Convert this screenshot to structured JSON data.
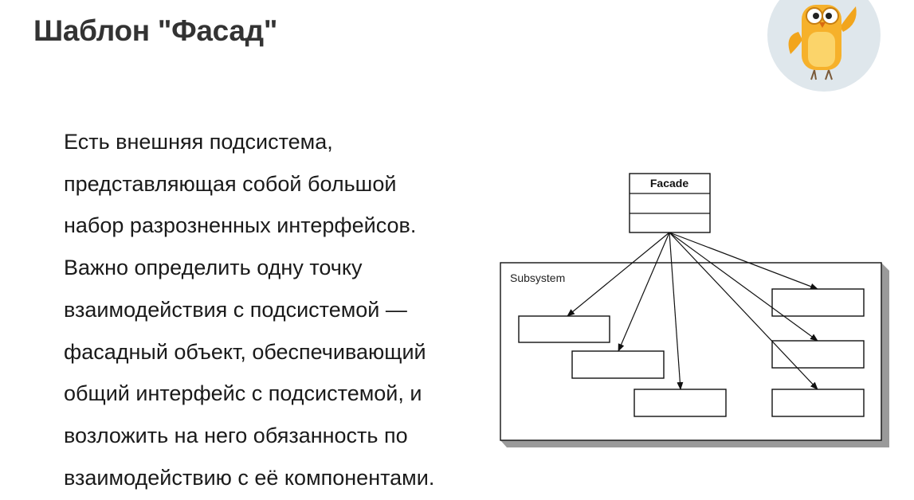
{
  "slide": {
    "title": "Шаблон \"Фасад\"",
    "mascot_icon": "owl-mascot-icon"
  },
  "body": {
    "lines": [
      "Есть внешняя подсистема,",
      "представляющая собой большой",
      "набор разрозненных интерфейсов.",
      "Важно определить одну точку",
      "взаимодействия с подсистемой —",
      "фасадный объект, обеспечивающий",
      "общий интерфейс с подсистемой, и",
      "возложить на него обязанность по",
      "взаимодействию с её компонентами."
    ]
  },
  "diagram": {
    "facade_label": "Facade",
    "subsystem_label": "Subsystem",
    "component_count": 6
  }
}
